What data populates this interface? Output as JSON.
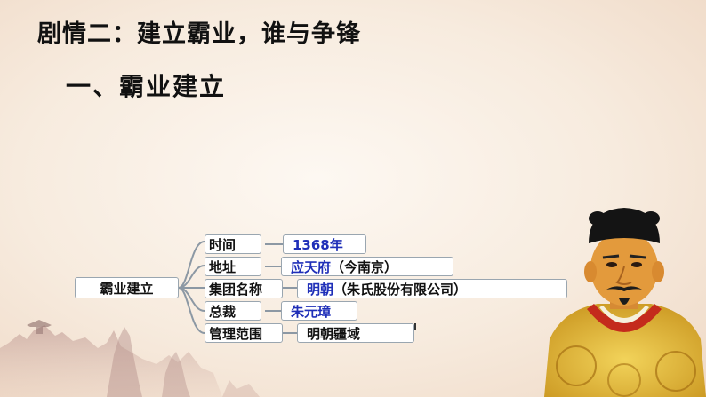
{
  "slide": {
    "title": "剧情二：建立霸业，谁与争锋",
    "subtitle": "一、霸业建立"
  },
  "mindmap": {
    "root": "霸业建立",
    "branches": [
      {
        "label": "时间",
        "value": "1368年",
        "value_color": "#1f2fb8"
      },
      {
        "label": "地址",
        "value": "应天府",
        "value_suffix": "（今南京）",
        "value_color": "#1f2fb8"
      },
      {
        "label": "集团名称",
        "value": "明朝",
        "value_suffix": "（朱氏股份有限公司）",
        "value_color": "#1f2fb8"
      },
      {
        "label": "总裁",
        "value": "朱元璋",
        "value_color": "#1f2fb8"
      },
      {
        "label": "管理范围",
        "value": "明朝疆域",
        "value_color": "#111111"
      }
    ]
  },
  "colors": {
    "accent_blue": "#1f2fb8",
    "connector": "#8c98a4"
  },
  "decorations": [
    "emperor-portrait",
    "ink-landscape"
  ]
}
